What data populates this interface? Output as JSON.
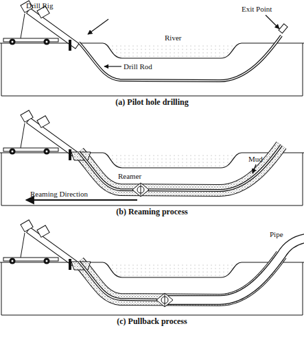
{
  "diagram": {
    "labels": [
      "Drill Rig",
      "River",
      "Exit Point",
      "Drill Rod",
      "(a) Pilot hole drilling",
      "Reamer",
      "Mud",
      "Reaming Direction",
      "(b) Reaming process",
      "Pipe",
      "(c) Pullback process"
    ]
  }
}
